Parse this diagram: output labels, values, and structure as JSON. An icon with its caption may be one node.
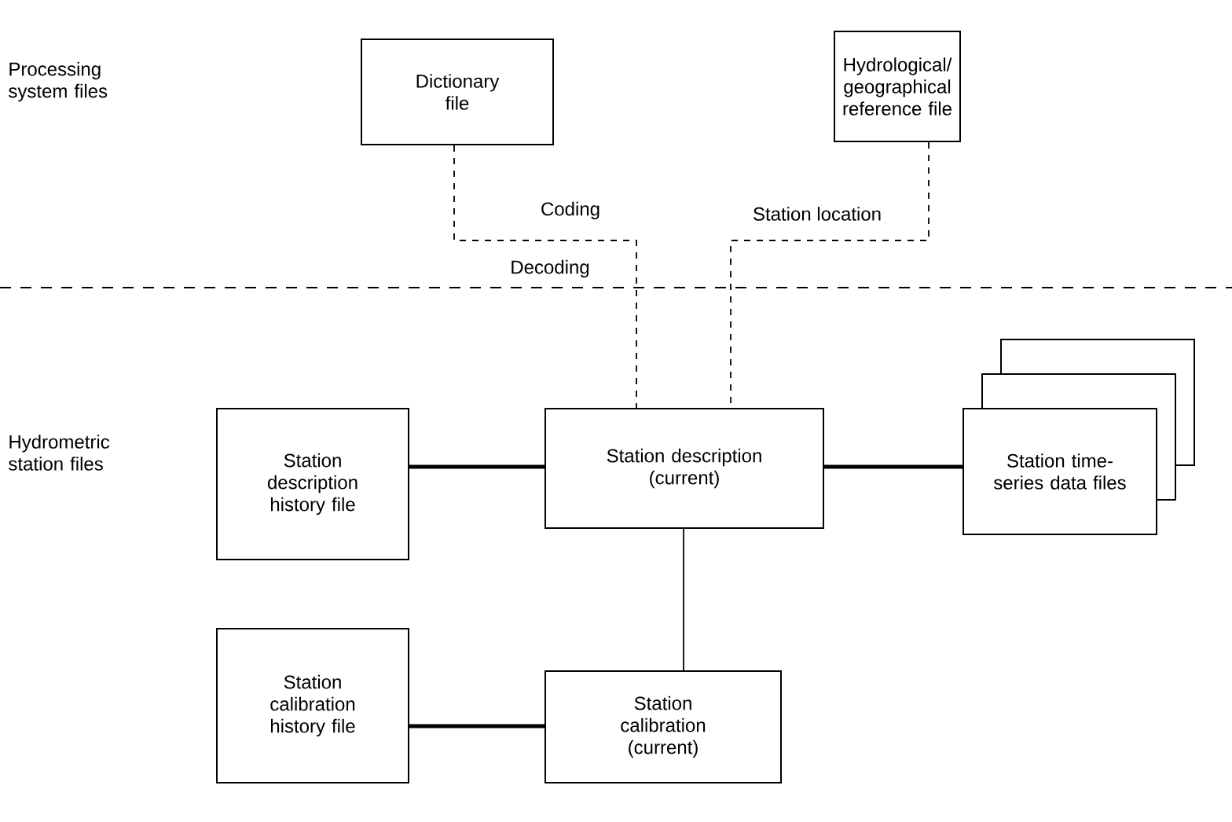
{
  "diagram": {
    "nodes": [
      {
        "text": [
          "Dictionary file"
        ]
      },
      {
        "text": [
          "Hydrological/ geographical reference file"
        ]
      },
      {
        "text": [
          "Station description history file"
        ]
      },
      {
        "text": [
          "Station description (current)"
        ]
      },
      {
        "text": [
          "Station time-series data files"
        ]
      },
      {
        "text": [
          "Station calibration history file"
        ]
      },
      {
        "text": [
          "Station calibration (current)"
        ]
      }
    ],
    "edges": [
      {
        "from": 0,
        "to": 3,
        "arrow": "none",
        "style": "dashed",
        "label": "Coding"
      },
      {
        "from": 1,
        "to": 3,
        "arrow": "none",
        "style": "dashed",
        "label": "Station location"
      },
      {
        "from": 2,
        "to": 3,
        "arrow": "none",
        "style": "thick"
      },
      {
        "from": 3,
        "to": 4,
        "arrow": "none",
        "style": "thick"
      },
      {
        "from": 3,
        "to": 6,
        "arrow": "none"
      },
      {
        "from": 5,
        "to": 6,
        "arrow": "none",
        "style": "thick"
      }
    ],
    "labels": [
      "Processing system files",
      "Decoding",
      "Hydrometric station files"
    ]
  }
}
